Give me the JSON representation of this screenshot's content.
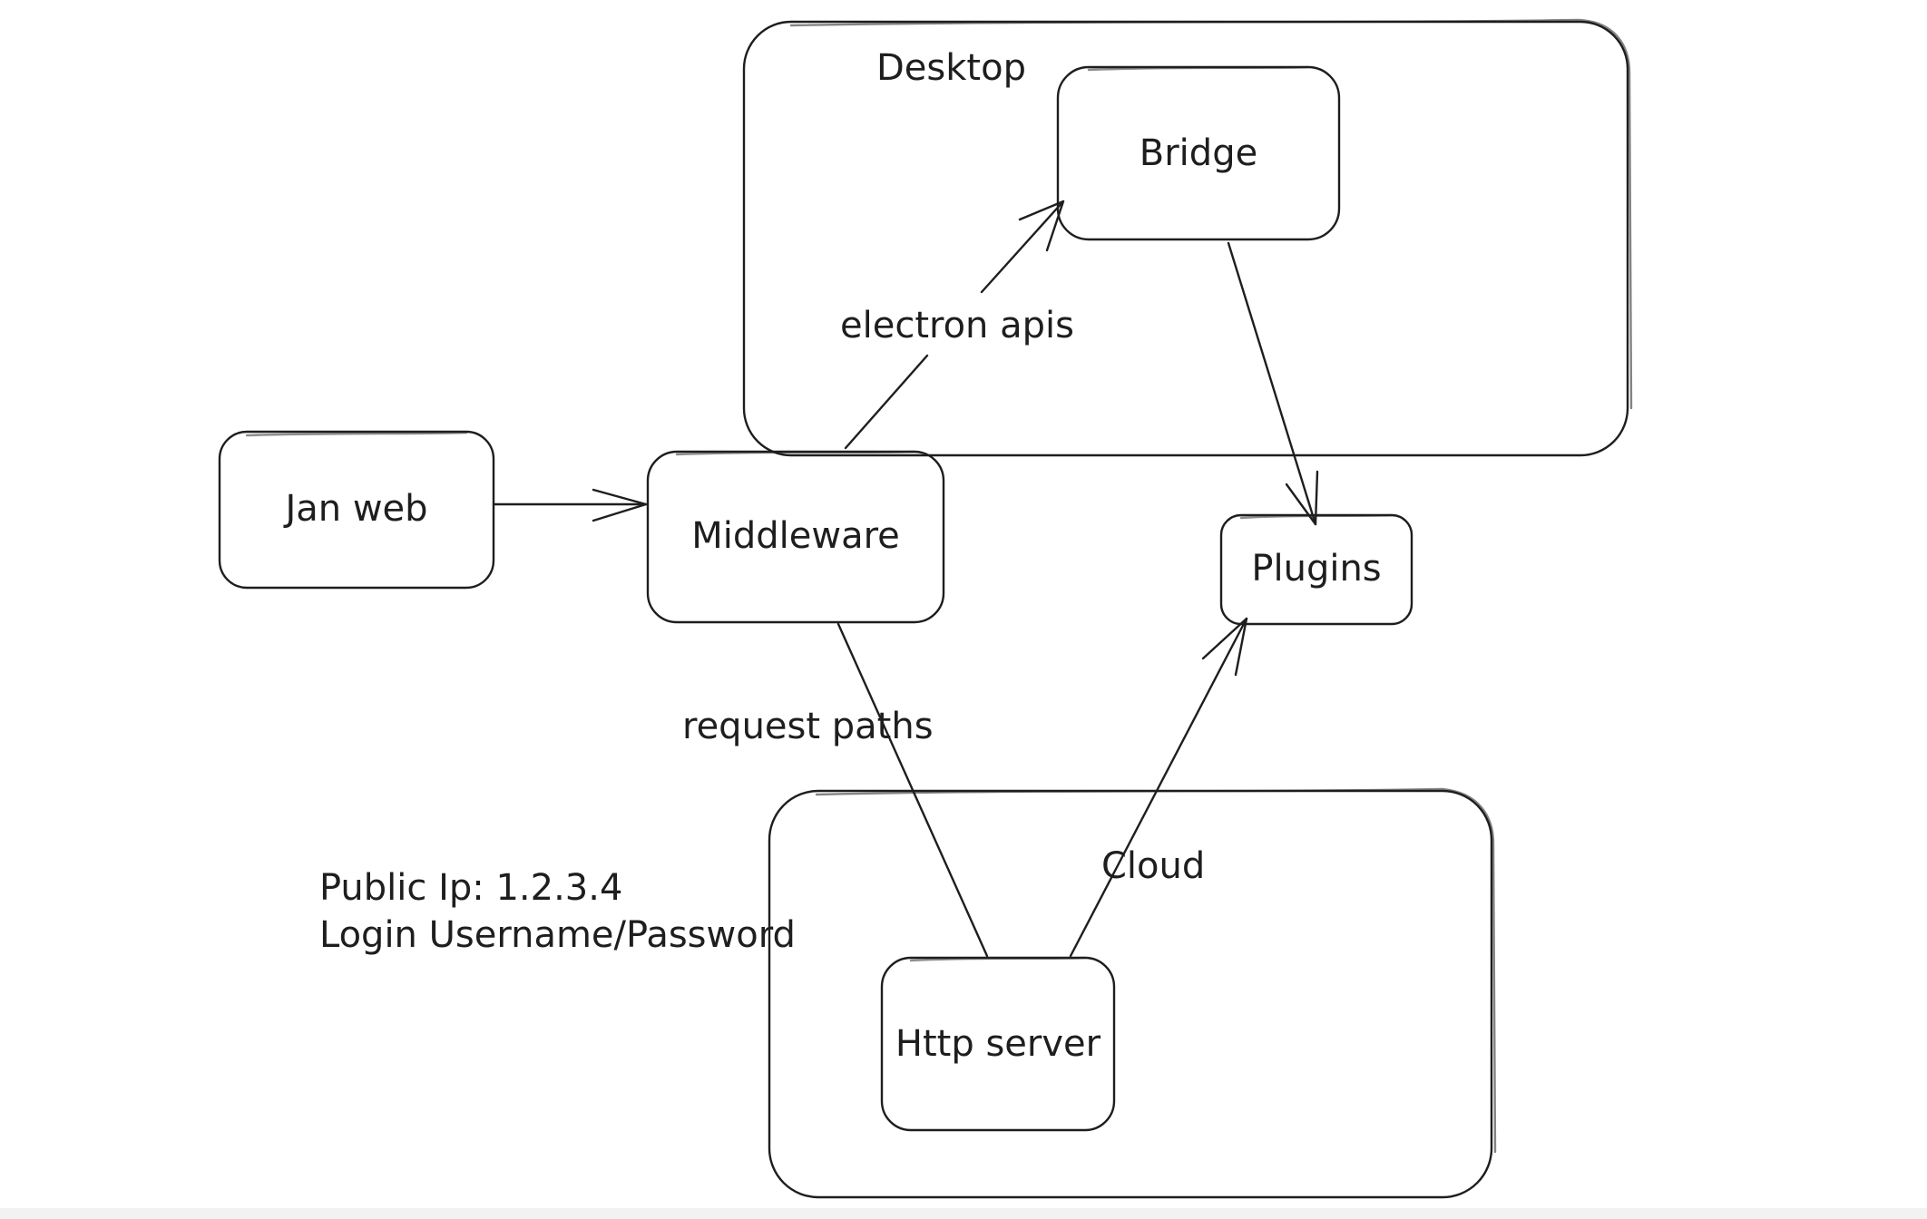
{
  "diagram": {
    "containers": {
      "desktop": {
        "label": "Desktop"
      },
      "cloud": {
        "label": "Cloud"
      }
    },
    "nodes": {
      "jan_web": {
        "label": "Jan web"
      },
      "middleware": {
        "label": "Middleware"
      },
      "bridge": {
        "label": "Bridge"
      },
      "plugins": {
        "label": "Plugins"
      },
      "http_server": {
        "label": "Http server"
      }
    },
    "edges": {
      "jan_to_middleware": {
        "from": "Jan web",
        "to": "Middleware",
        "label": ""
      },
      "middleware_to_bridge": {
        "from": "Middleware",
        "to": "Bridge",
        "label": "electron apis"
      },
      "bridge_to_plugins": {
        "from": "Bridge",
        "to": "Plugins",
        "label": ""
      },
      "middleware_to_http": {
        "from": "Middleware",
        "to": "Http server",
        "label": "request paths"
      },
      "http_to_plugins": {
        "from": "Http server",
        "to": "Plugins",
        "label": ""
      }
    },
    "notes": {
      "public_ip": "Public Ip: 1.2.3.4",
      "login": "Login Username/Password"
    }
  }
}
